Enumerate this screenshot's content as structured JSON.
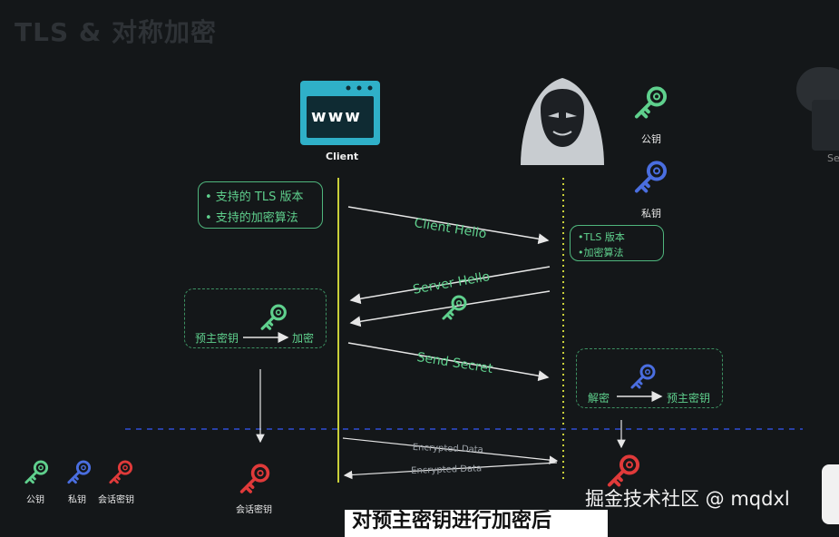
{
  "title": "TLS & 对称加密",
  "client": {
    "screen_text": "www",
    "label": "Client"
  },
  "attacker": {
    "public_key_label": "公钥",
    "private_key_label": "私钥"
  },
  "client_box": {
    "line1": "• 支持的 TLS 版本",
    "line2": "• 支持的加密算法"
  },
  "server_box": {
    "line1": "•TLS 版本",
    "line2": "•加密算法"
  },
  "messages": {
    "client_hello": "Client Hello",
    "server_hello": "Server Hello",
    "send_secret": "Send Secret",
    "encrypted_1": "Encrypted Data",
    "encrypted_2": "Encrypted Data"
  },
  "client_encrypt": {
    "from": "预主密钥",
    "to": "加密"
  },
  "server_decrypt": {
    "from": "解密",
    "to": "预主密钥"
  },
  "legend": {
    "public": "公钥",
    "private": "私钥",
    "session": "会话密钥"
  },
  "session_key_label": "会话密钥",
  "server_side_text": "Se",
  "watermark": "掘金技术社区 @ mqdxl",
  "caption": "对预主密钥进行加密后",
  "colors": {
    "green": "#5fd08d",
    "blue": "#4a6ee0",
    "red": "#e03a3a",
    "client_line": "#c9cf3a",
    "divider": "#2f4fd6"
  }
}
